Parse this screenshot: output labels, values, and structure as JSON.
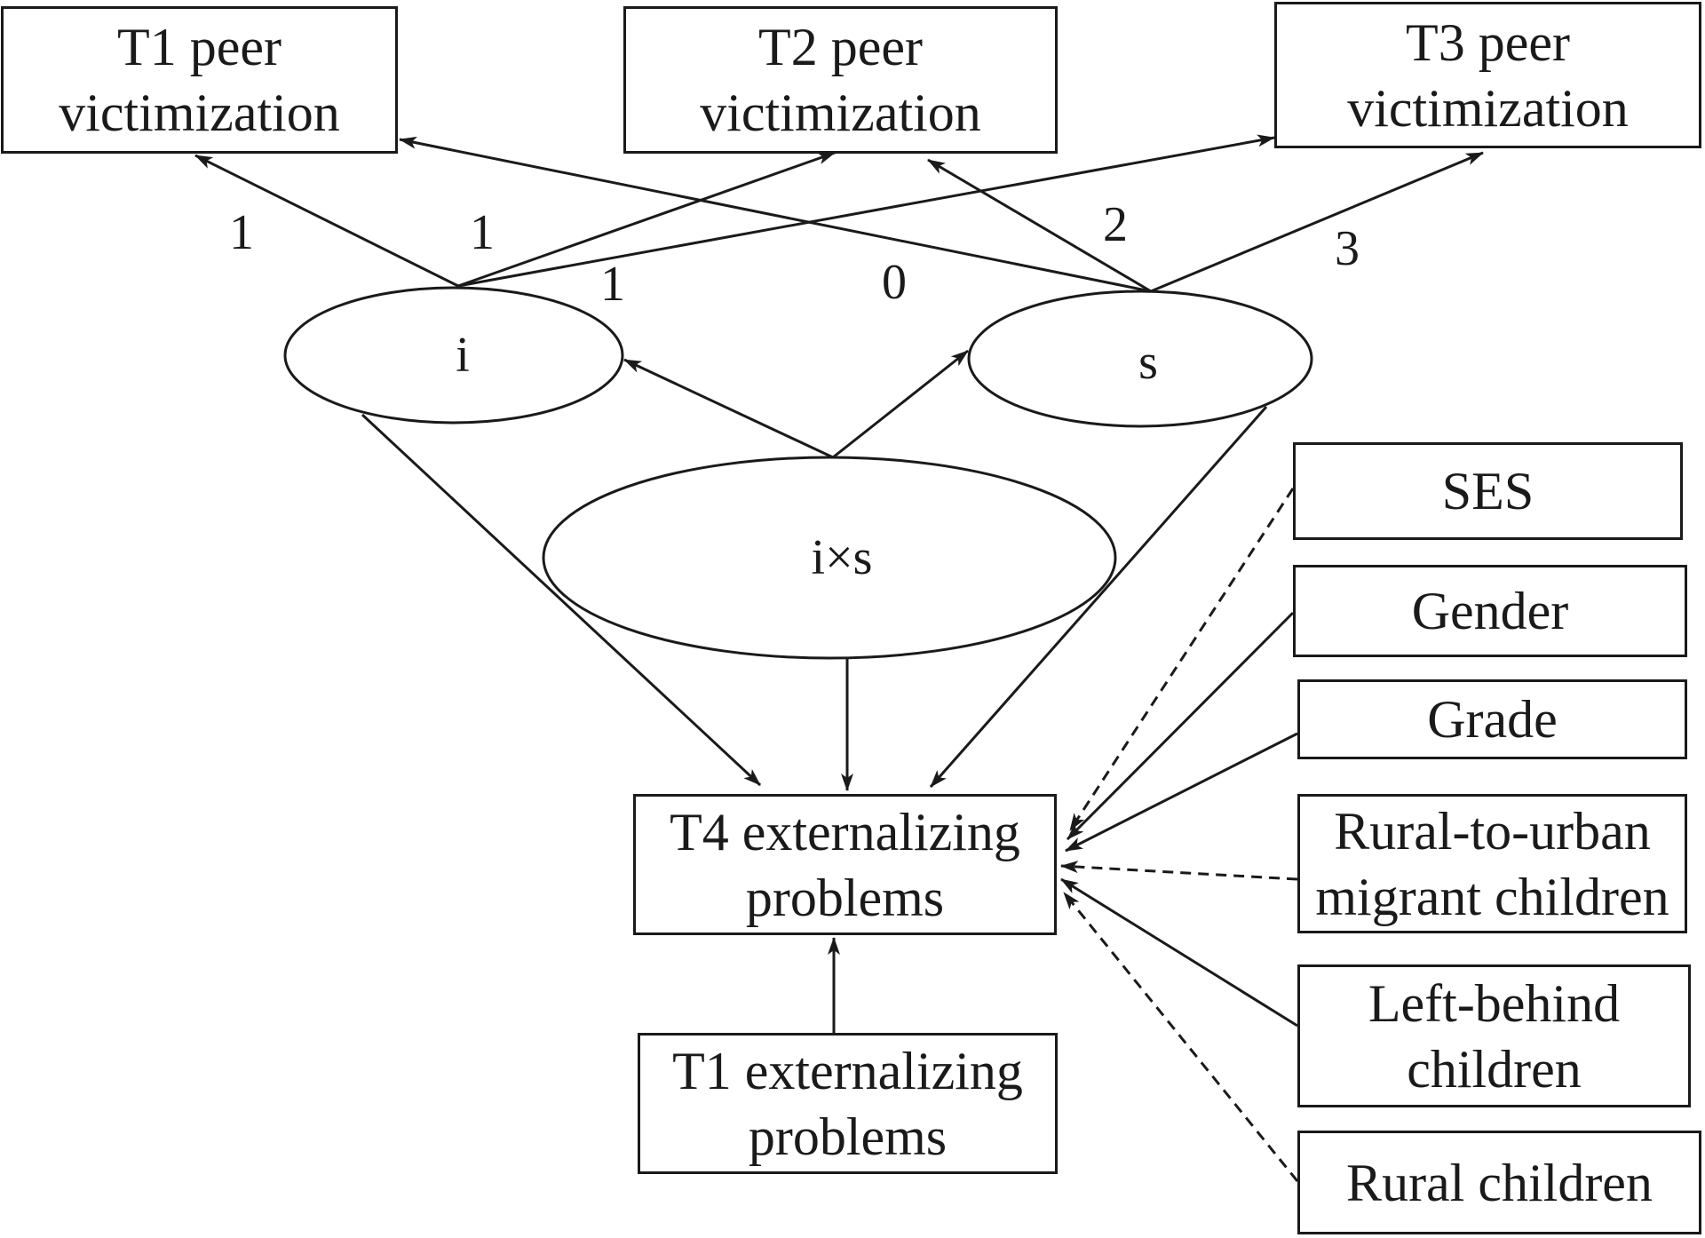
{
  "nodes": {
    "t1_peer": "T1 peer victimization",
    "t2_peer": "T2 peer victimization",
    "t3_peer": "T3 peer victimization",
    "intercept": "i",
    "slope": "s",
    "interaction": "i×s",
    "t4_ext": "T4 externalizing problems",
    "t1_ext": "T1 externalizing problems",
    "ses": "SES",
    "gender": "Gender",
    "grade": "Grade",
    "migrant": "Rural-to-urban migrant children",
    "left_behind": "Left-behind children",
    "rural": "Rural children"
  },
  "loadings": {
    "i_t1": "1",
    "i_t2": "1",
    "i_t3": "1",
    "s_t1": "0",
    "s_t2": "2",
    "s_t3": "3"
  },
  "edges": [
    {
      "from": "intercept",
      "to": "t1_peer",
      "style": "solid",
      "label": "1"
    },
    {
      "from": "intercept",
      "to": "t2_peer",
      "style": "solid",
      "label": "1"
    },
    {
      "from": "intercept",
      "to": "t3_peer",
      "style": "solid",
      "label": "1"
    },
    {
      "from": "slope",
      "to": "t1_peer",
      "style": "solid",
      "label": "0"
    },
    {
      "from": "slope",
      "to": "t2_peer",
      "style": "solid",
      "label": "2"
    },
    {
      "from": "slope",
      "to": "t3_peer",
      "style": "solid",
      "label": "3"
    },
    {
      "from": "interaction",
      "to": "intercept",
      "style": "solid"
    },
    {
      "from": "interaction",
      "to": "slope",
      "style": "solid"
    },
    {
      "from": "intercept",
      "to": "t4_ext",
      "style": "solid"
    },
    {
      "from": "interaction",
      "to": "t4_ext",
      "style": "solid"
    },
    {
      "from": "slope",
      "to": "t4_ext",
      "style": "solid"
    },
    {
      "from": "t1_ext",
      "to": "t4_ext",
      "style": "solid"
    },
    {
      "from": "ses",
      "to": "t4_ext",
      "style": "dashed"
    },
    {
      "from": "gender",
      "to": "t4_ext",
      "style": "solid"
    },
    {
      "from": "grade",
      "to": "t4_ext",
      "style": "solid"
    },
    {
      "from": "migrant",
      "to": "t4_ext",
      "style": "dashed"
    },
    {
      "from": "left_behind",
      "to": "t4_ext",
      "style": "solid"
    },
    {
      "from": "rural",
      "to": "t4_ext",
      "style": "dashed"
    }
  ]
}
